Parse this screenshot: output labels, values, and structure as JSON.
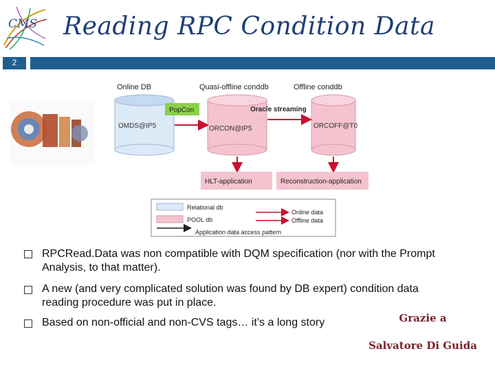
{
  "slide": {
    "title": "Reading RPC Condition Data",
    "number": "2",
    "logo_text": "CMS"
  },
  "diagram": {
    "headers": {
      "online": "Online DB",
      "quasi": "Quasi-offline conddb",
      "offline": "Offline conddb"
    },
    "db_labels": {
      "omds": "OMDS@IP5",
      "orcon": "ORCON@IP5",
      "orcoff": "ORCOFF@T0"
    },
    "popcon": "PopCon",
    "streaming": "Oracle streaming",
    "hlt": "HLT-application",
    "reco": "Reconstruction-application",
    "legend": {
      "relational": "Relational  db",
      "pool": "POOL db",
      "access": "Application data access pattern",
      "online_data": "Online data",
      "offline_data": "Offline data"
    }
  },
  "bullets": [
    {
      "text": "RPCRead.Data was non compatible with DQM specification (nor with the Prompt Analysis, to that matter)."
    },
    {
      "text": "A new (and very complicated solution was found by DB expert) condition data reading procedure was put in place."
    },
    {
      "text": "Based on non-official and non-CVS tags… it’s a long story"
    }
  ],
  "thanks": {
    "line1": "Grazie a",
    "line2": "Salvatore Di Guida"
  },
  "colors": {
    "title": "#1f3f74",
    "bar": "#1e5f8f",
    "online_db": "#dce9f7",
    "offline_db": "#f4c3cf",
    "popcon": "#8cd14a",
    "arrow": "#c8102e",
    "thanks": "#7b1f2a"
  }
}
